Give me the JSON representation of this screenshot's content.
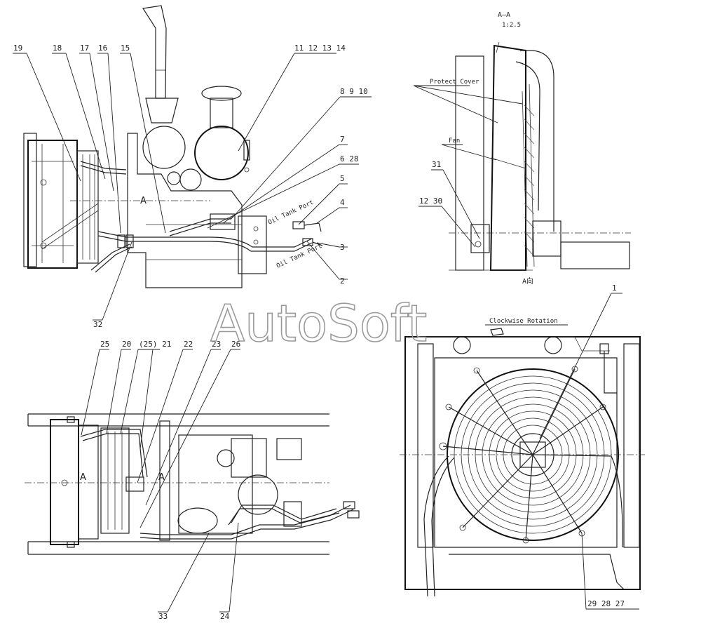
{
  "watermark": "AutoSoft",
  "section_title": "A—A",
  "section_scale": "1:2.5",
  "view_arrow_label": "A向",
  "view_marks": {
    "a1": "A",
    "a2": "A",
    "a3": "A"
  },
  "annotations": {
    "protect_cover": "Protect Cover",
    "fan": "Fan",
    "oil_tank_port_1": "Oil Tank Port",
    "oil_tank_port_2": "Oil Tank Port",
    "clockwise_rotation": "Clockwise Rotation"
  },
  "part_numbers": {
    "p19": "19",
    "p18": "18",
    "p17": "17",
    "p16": "16",
    "p15": "15",
    "p11_14": "11 12 13 14",
    "p8_10": "8 9 10",
    "p7": "7",
    "p6_28": "6 28",
    "p5": "5",
    "p4": "4",
    "p3": "3",
    "p2": "2",
    "p32": "32",
    "p31": "31",
    "p12_30": "12 30",
    "p1": "1",
    "p25": "25",
    "p20": "20",
    "p25b_21": "(25) 21",
    "p22": "22",
    "p23": "23",
    "p26": "26",
    "p33": "33",
    "p24": "24",
    "p29_28_27": "29 28 27"
  }
}
